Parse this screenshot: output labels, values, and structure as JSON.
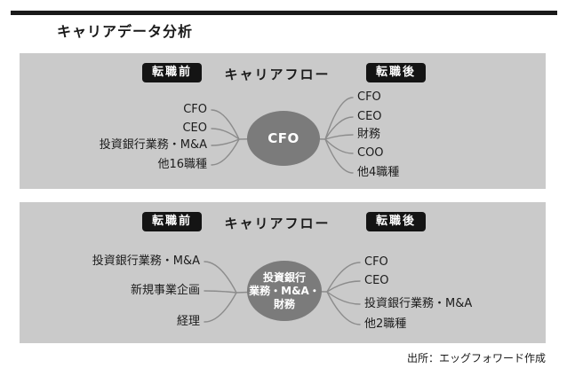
{
  "title": "キャリアデータ分析",
  "source": "出所：エッグフォワード作成",
  "colors": {
    "panel_bg": "#cacaca",
    "node_fill": "#7b7b7b",
    "badge_bg": "#141414",
    "connector": "#8c8c8c",
    "rule": "#1a1a1a"
  },
  "panels": [
    {
      "before_label": "転職前",
      "flow_title": "キャリアフロー",
      "after_label": "転職後",
      "center_node": "CFO",
      "center_node_lines": [
        "CFO"
      ],
      "before_items": [
        "CFO",
        "CEO",
        "投資銀行業務・M&A",
        "他16職種"
      ],
      "after_items": [
        "CFO",
        "CEO",
        "財務",
        "COO",
        "他4職種"
      ]
    },
    {
      "before_label": "転職前",
      "flow_title": "キャリアフロー",
      "after_label": "転職後",
      "center_node": "投資銀行業務・M&A・財務",
      "center_node_lines": [
        "投資銀行",
        "業務・M&A・",
        "財務"
      ],
      "before_items": [
        "投資銀行業務・M&A",
        "新規事業企画",
        "経理"
      ],
      "after_items": [
        "CFO",
        "CEO",
        "投資銀行業務・M&A",
        "他2職種"
      ]
    }
  ]
}
